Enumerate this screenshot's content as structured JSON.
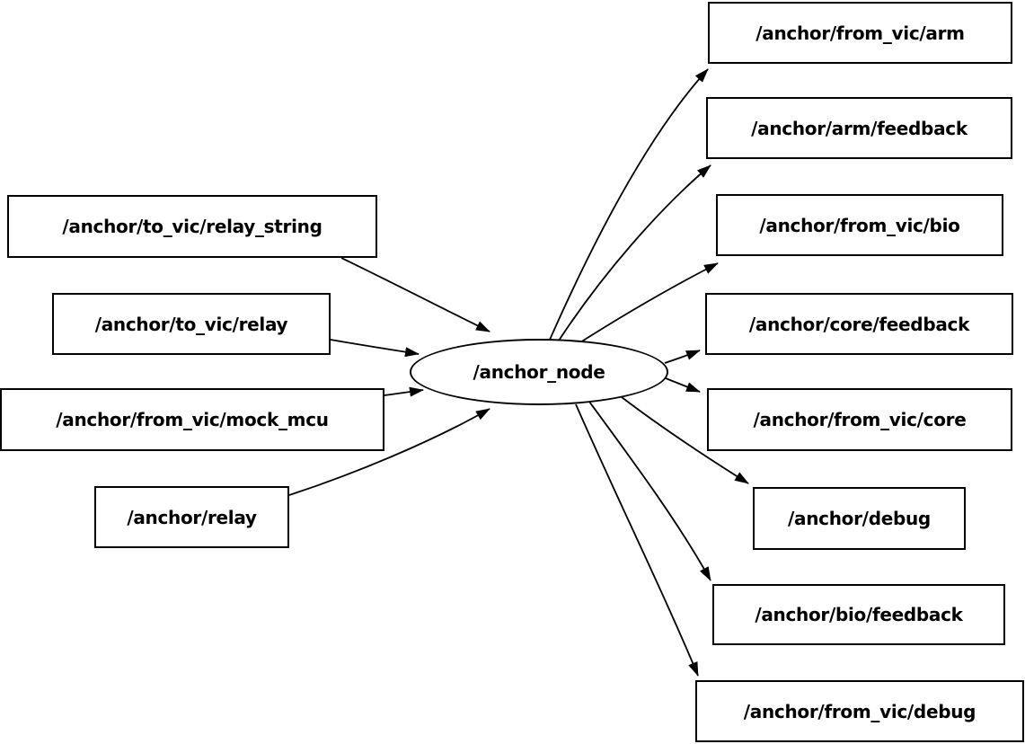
{
  "diagram": {
    "type": "node-graph",
    "colors": {
      "background": "#ffffff",
      "node_stroke": "#000000",
      "edge_stroke": "#000000",
      "text": "#000000"
    },
    "center_node": "/anchor_node",
    "input_topics": [
      "/anchor/to_vic/relay_string",
      "/anchor/to_vic/relay",
      "/anchor/from_vic/mock_mcu",
      "/anchor/relay"
    ],
    "output_topics": [
      "/anchor/from_vic/arm",
      "/anchor/arm/feedback",
      "/anchor/from_vic/bio",
      "/anchor/core/feedback",
      "/anchor/from_vic/core",
      "/anchor/debug",
      "/anchor/bio/feedback",
      "/anchor/from_vic/debug"
    ]
  }
}
